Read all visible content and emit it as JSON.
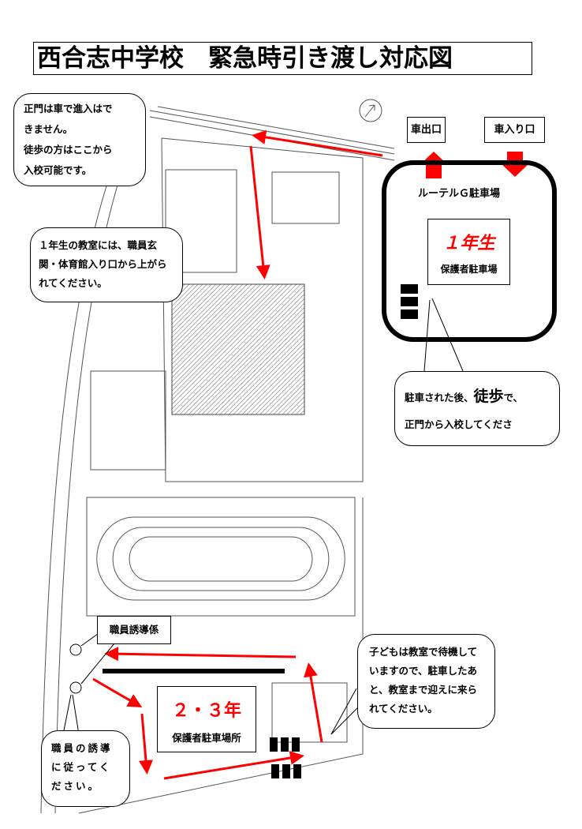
{
  "title": "西合志中学校　緊急時引き渡し対応図",
  "callouts": {
    "main_gate": [
      "正門は車で進入はで",
      "きません。",
      "徒歩の方はここから",
      "入校可能です。"
    ],
    "first_year_classroom": "１年生の教室には、職員玄関・体育館入り口から上がられてください。",
    "after_parking_pre": "駐車された後、",
    "after_parking_emph": "徒歩",
    "after_parking_post": "で、",
    "after_parking_line2": "正門から入校してくださ",
    "children_wait": "子どもは教室で待機していますので、駐車したあと、教室まで迎えに来られてください。",
    "follow_staff": "職員の誘導に従ってください。"
  },
  "labels": {
    "car_exit": "車出口",
    "car_entrance": "車入り口",
    "lutheran_lot": "ルーテルＧ駐車場",
    "first_year": "１年生",
    "first_year_lot": "保護者駐車場",
    "staff_guide": "職員誘導係",
    "second_third_year": "２・３年",
    "second_third_lot": "保護者駐車場所"
  },
  "colors": {
    "accent": "#ff0000",
    "ink": "#000000"
  }
}
